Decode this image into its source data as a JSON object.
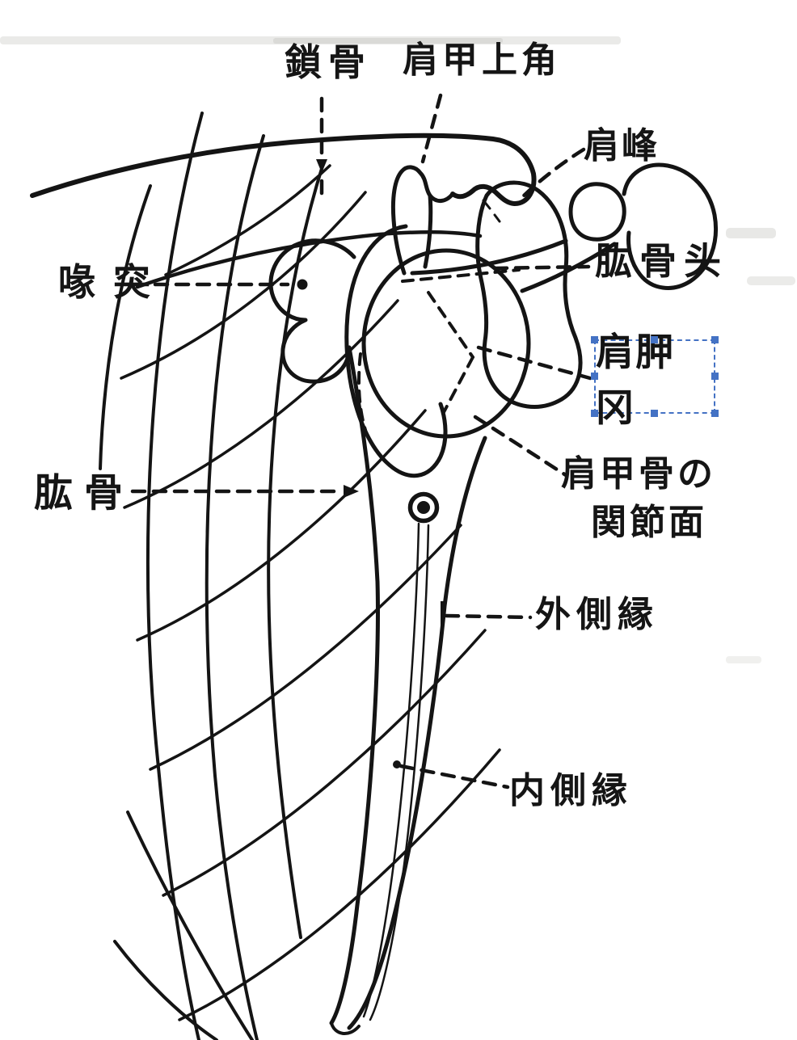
{
  "figure": {
    "type": "anatomical-line-drawing",
    "subject": "shoulder girdle - scapula, clavicle and humerus",
    "background_color": "#ffffff",
    "ink_color": "#141414"
  },
  "labels": {
    "clavicle": "鎖骨",
    "superior_angle": "肩甲上角",
    "acromion": "肩峰",
    "humeral_head": "肱骨头",
    "scapular_spine": "肩胛冈",
    "glenoid_line1": "肩甲骨の",
    "glenoid_line2": "関節面",
    "lateral_border": "外側縁",
    "medial_border": "内側縁",
    "coracoid": "喙突",
    "humerus": "肱骨"
  },
  "selection": {
    "selected_text": "肩胛冈",
    "box_color": "#4472c4",
    "border_style": "dashed",
    "handle_count": 8
  }
}
